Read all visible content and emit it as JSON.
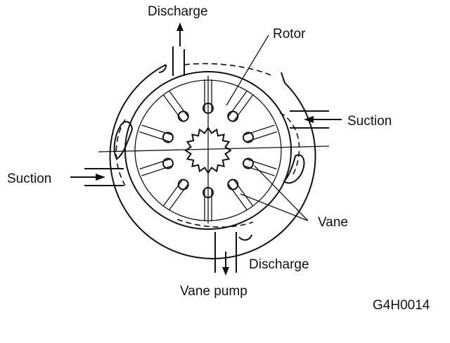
{
  "diagram": {
    "labels": {
      "discharge_top": "Discharge",
      "rotor": "Rotor",
      "suction_right": "Suction",
      "suction_left": "Suction",
      "vane": "Vane",
      "discharge_bottom": "Discharge",
      "caption": "Vane pump",
      "figure_code": "G4H0014"
    },
    "vane_count": 10
  }
}
